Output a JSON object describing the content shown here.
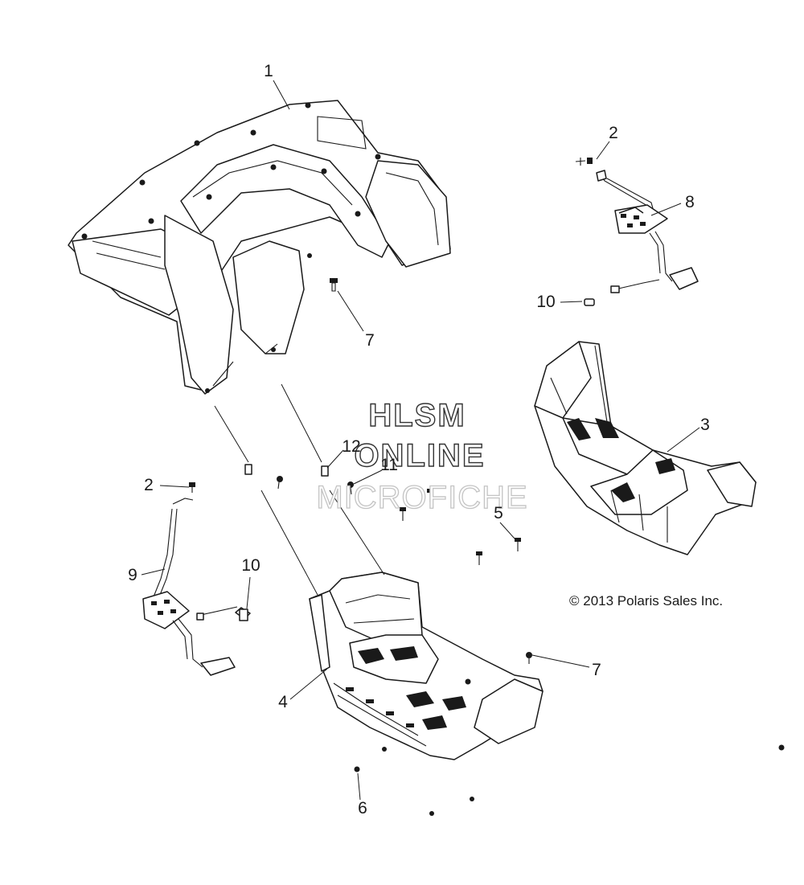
{
  "callouts": {
    "c1": "1",
    "c2_top": "2",
    "c8": "8",
    "c10_top": "10",
    "c7_top": "7",
    "c3": "3",
    "c12": "12",
    "c11": "11",
    "c2_left": "2",
    "c5": "5",
    "c9": "9",
    "c10_left": "10",
    "c7_bottom": "7",
    "c4": "4",
    "c6": "6"
  },
  "watermark": {
    "line1": "HLSM",
    "line2": "ONLINE",
    "line3": "MICROFICHE"
  },
  "copyright": "© 2013 Polaris Sales Inc."
}
